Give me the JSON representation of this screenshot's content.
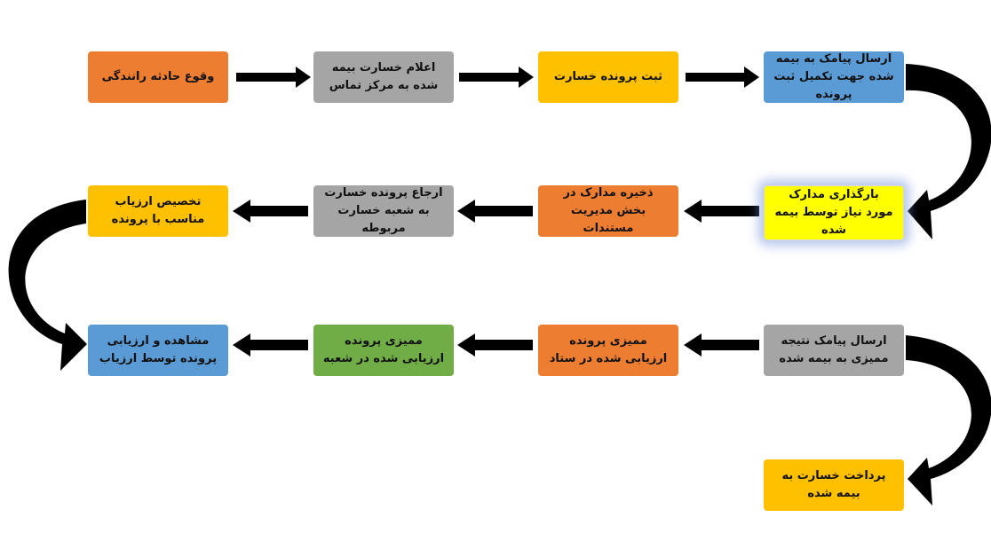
{
  "steps": {
    "s1": {
      "label": "وقوع حادثه رانندگی"
    },
    "s2": {
      "label": "اعلام خسارت بیمه شده به مرکز تماس"
    },
    "s3": {
      "label": "ثبت پرونده خسارت"
    },
    "s4": {
      "label": "ارسال پیامک به بیمه شده جهت تکمیل ثبت پرونده"
    },
    "s5": {
      "label": "بارگذاری مدارک مورد نیاز توسط بیمه شده"
    },
    "s6": {
      "label": "ذخیره مدارک در بخش مدیریت مستندات"
    },
    "s7": {
      "label": "ارجاع پرونده خسارت به شعبه خسارت مربوطه"
    },
    "s8": {
      "label": "تخصیص ارزیاب مناسب با پرونده"
    },
    "s9": {
      "label": "مشاهده و ارزیابی پرونده توسط ارزیاب"
    },
    "s10": {
      "label": "ممیزی پرونده ارزیابی شده در شعبه"
    },
    "s11": {
      "label": "ممیزی پرونده ارزیابی شده در ستاد"
    },
    "s12": {
      "label": "ارسال پیامک نتیجه ممیزی به بیمه شده"
    },
    "s13": {
      "label": "پرداخت خسارت به بیمه شده"
    }
  },
  "colors": {
    "orange": "#ED7D31",
    "gray": "#A5A5A5",
    "gold": "#FFC000",
    "blue": "#5B9BD5",
    "yellow": "#FFFF00",
    "green": "#70AD47",
    "arrow": "#000000"
  }
}
